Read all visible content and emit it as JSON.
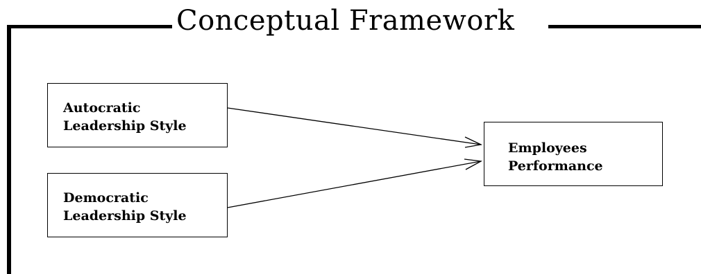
{
  "title": "Conceptual Framework",
  "nodes": {
    "autocratic": {
      "line1": "Autocratic",
      "line2": "Leadership Style"
    },
    "democratic": {
      "line1": "Democratic",
      "line2": "Leadership Style"
    },
    "employees": {
      "line1": "Employees",
      "line2": "Performance"
    }
  },
  "edges": [
    {
      "from": "autocratic",
      "to": "employees"
    },
    {
      "from": "democratic",
      "to": "employees"
    }
  ],
  "colors": {
    "stroke": "#000000",
    "background": "#ffffff"
  }
}
